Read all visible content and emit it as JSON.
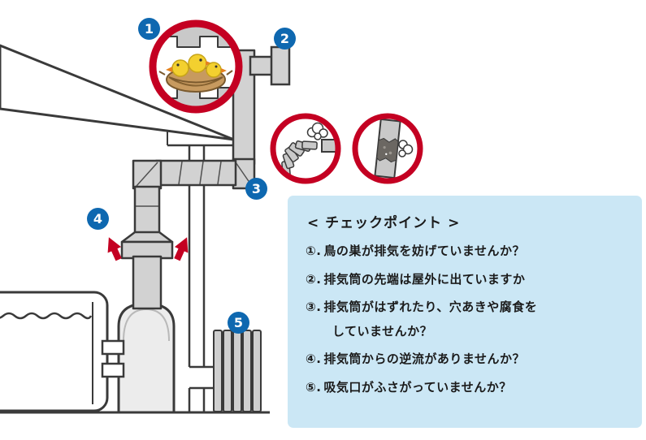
{
  "diagram": {
    "badges": [
      {
        "label": "1"
      },
      {
        "label": "2"
      },
      {
        "label": "3"
      },
      {
        "label": "4"
      },
      {
        "label": "5"
      }
    ]
  },
  "checklist": {
    "title": "< チェックポイント >",
    "items": [
      {
        "num": "①.",
        "text": "鳥の巣が排気を妨げていませんか？"
      },
      {
        "num": "②.",
        "text": "排気筒の先端は屋外に出ていますか"
      },
      {
        "num": "③.",
        "text": "排気筒がはずれたり、穴あきや腐食を",
        "text2": "していませんか？"
      },
      {
        "num": "④.",
        "text": "排気筒からの逆流がありませんか？"
      },
      {
        "num": "⑤.",
        "text": "吸気口がふさがっていませんか？"
      }
    ]
  },
  "colors": {
    "badge_blue": "#0e68b0",
    "alert_red": "#c40022",
    "panel_bg": "#cbe7f5",
    "pipe_gray": "#d2d2d2",
    "outline": "#3a3a3a",
    "nest_tan": "#c79a5f",
    "chick_yellow": "#f3d02f"
  }
}
